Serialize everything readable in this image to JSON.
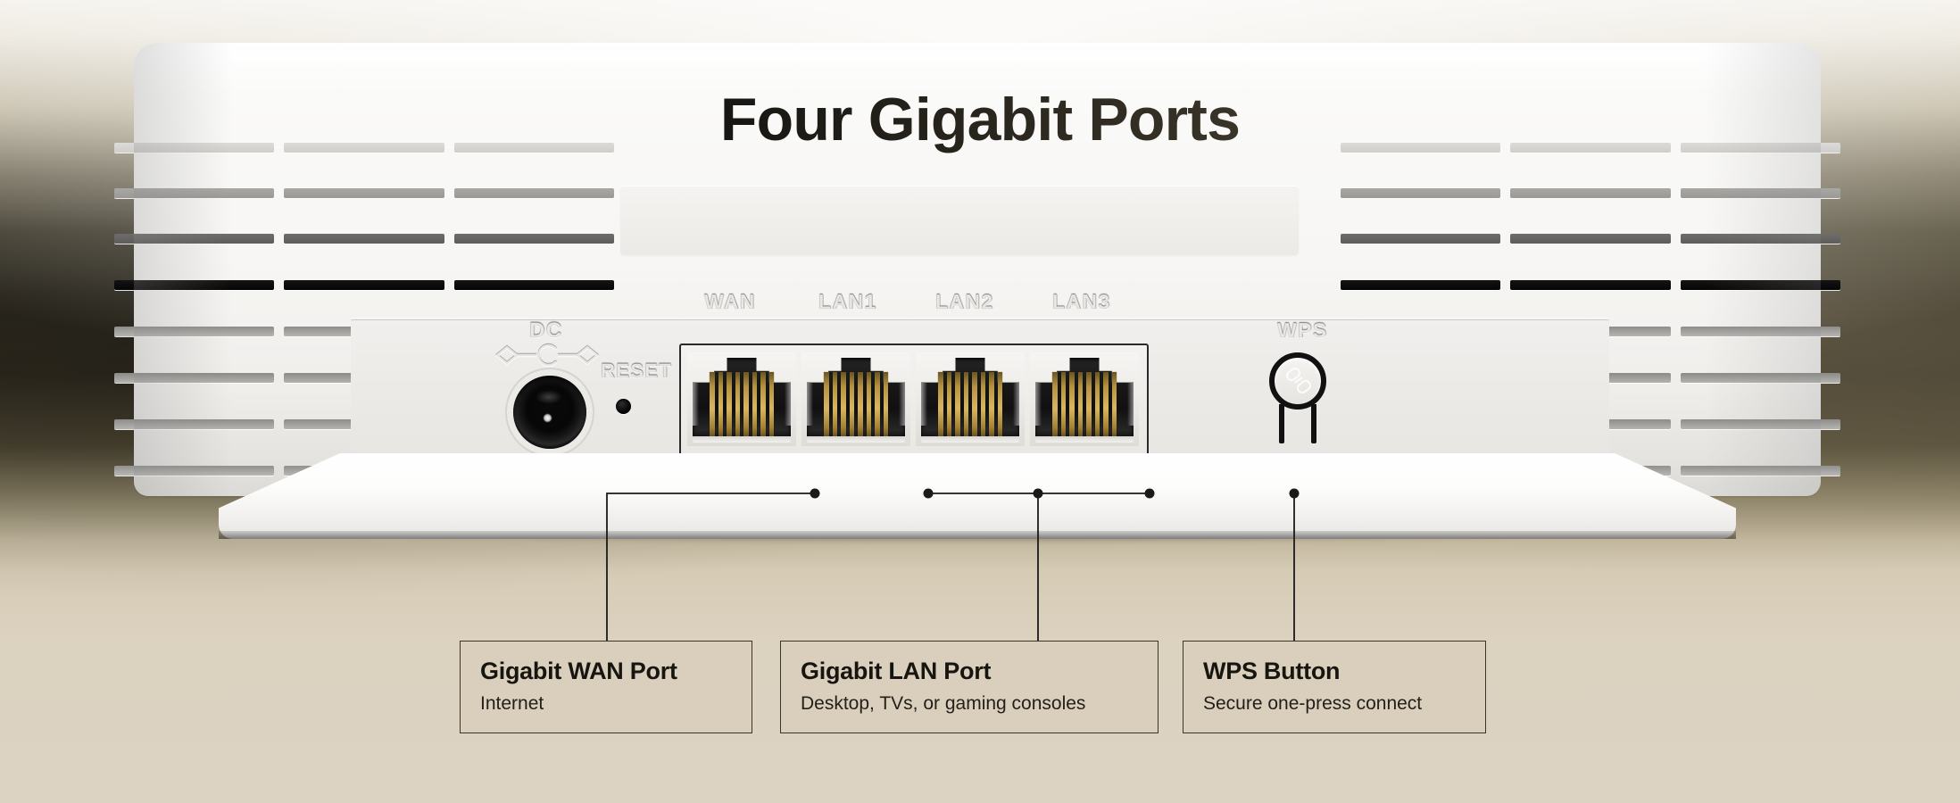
{
  "title": "Four Gigabit Ports",
  "device": {
    "name": "wireless-router-rear-panel",
    "dc": {
      "label": "DC",
      "polarity_symbol": "diamond-c-diamond",
      "jack": "dc-power-jack"
    },
    "reset": {
      "label": "RESET",
      "control": "reset-pinhole"
    },
    "ports": [
      {
        "label": "WAN",
        "type": "rj45"
      },
      {
        "label": "LAN1",
        "type": "rj45"
      },
      {
        "label": "LAN2",
        "type": "rj45"
      },
      {
        "label": "LAN3",
        "type": "rj45"
      }
    ],
    "wps": {
      "label": "WPS",
      "icon": "chain-link-icon"
    }
  },
  "callouts": [
    {
      "key": "wan",
      "title": "Gigabit WAN Port",
      "subtitle": "Internet"
    },
    {
      "key": "lan",
      "title": "Gigabit LAN Port",
      "subtitle": "Desktop, TVs, or gaming consoles"
    },
    {
      "key": "wps",
      "title": "WPS Button",
      "subtitle": "Secure one-press connect"
    }
  ],
  "colors": {
    "title_dark": "#0b0b0a",
    "title_light": "#6a6049",
    "background_top": "#f2efe9",
    "background_band": "#2e2a20",
    "background_bottom": "#ddd3c2",
    "callout_border": "#3b3528",
    "device_white": "#fbfbfa",
    "pin_gold": "#d9b65e",
    "leader_line": "#1a1a1a"
  }
}
